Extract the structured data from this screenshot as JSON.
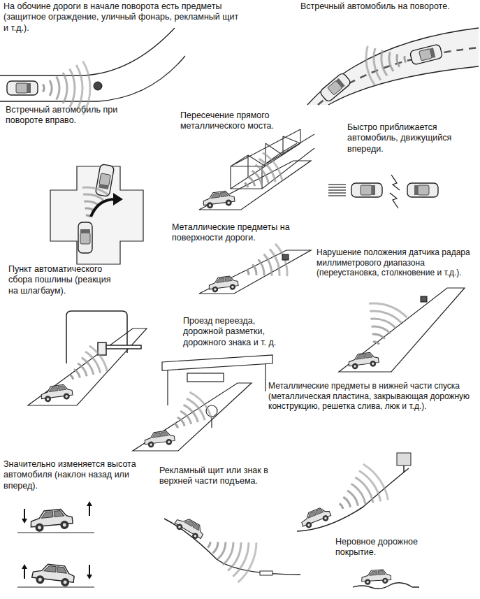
{
  "diagram": {
    "labels": [
      "На обочине дороги в начале поворота есть предметы (защитное ограждение, уличный фонарь, рекламный щит и т.д.).",
      "Встречный автомобиль на повороте.",
      "Встречный автомобиль при повороте вправо.",
      "Пересечение прямого металлического моста.",
      "Быстро приближается автомобиль, движущийся впереди.",
      "Металлические предметы на поверхности дороги.",
      "Нарушение положения датчика радара миллиметрового диапазона (переустановка, столкновение и т.д.).",
      "Пункт автоматического сбора пошлины (реакция на шлагбаум).",
      "Проезд переезда, дорожной разметки, дорожного знака и т. д.",
      "Металлические предметы в нижней части спуска (металлическая пластина, закрывающая дорожную конструкцию, решетка слива, люк и т.д.).",
      "Значительно изменяется высота автомобиля (наклон назад или вперед).",
      "Рекламный щит или знак в верхней части подъема.",
      "Неровное дорожное покрытие."
    ]
  }
}
